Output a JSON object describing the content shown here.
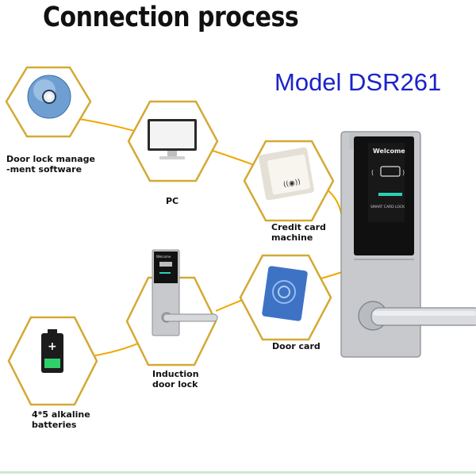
{
  "title": "Connection process",
  "model": "Model DSR261",
  "nodes": {
    "software": {
      "line1": "Door lock manage",
      "line2": "-ment software"
    },
    "pc": {
      "label": "PC"
    },
    "credit_card_machine": {
      "line1": "Credit card",
      "line2": "machine"
    },
    "induction_lock": {
      "line1": "Induction",
      "line2": "door lock"
    },
    "door_card": {
      "label": "Door card"
    },
    "batteries": {
      "line1": "4*5 alkaline",
      "line2": "batteries"
    }
  },
  "lock_screen": {
    "welcome": "Welcome",
    "brand": "SMART CARD LOCK"
  },
  "small_lock_screen": {
    "welcome": "Welcome"
  },
  "colors": {
    "hex_stroke": "#d4a935",
    "connector": "#f0a800",
    "model_text": "#1a23c8"
  }
}
